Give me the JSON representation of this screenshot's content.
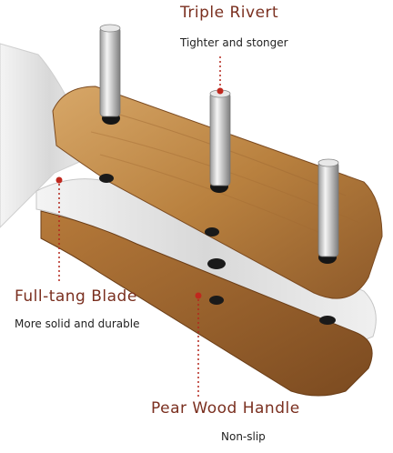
{
  "labels": {
    "rivet_title": "Triple Rivert",
    "rivet_sub": "Tighter and stonger",
    "tang_title": "Full-tang Blade",
    "tang_sub": "More solid and durable",
    "wood_title": "Pear Wood Handle",
    "wood_sub": "Non-slip"
  },
  "colors": {
    "accent": "#7a2f1f",
    "marker": "#c0281e",
    "wood": "#c0894a",
    "steel": "#e6e6e6"
  }
}
